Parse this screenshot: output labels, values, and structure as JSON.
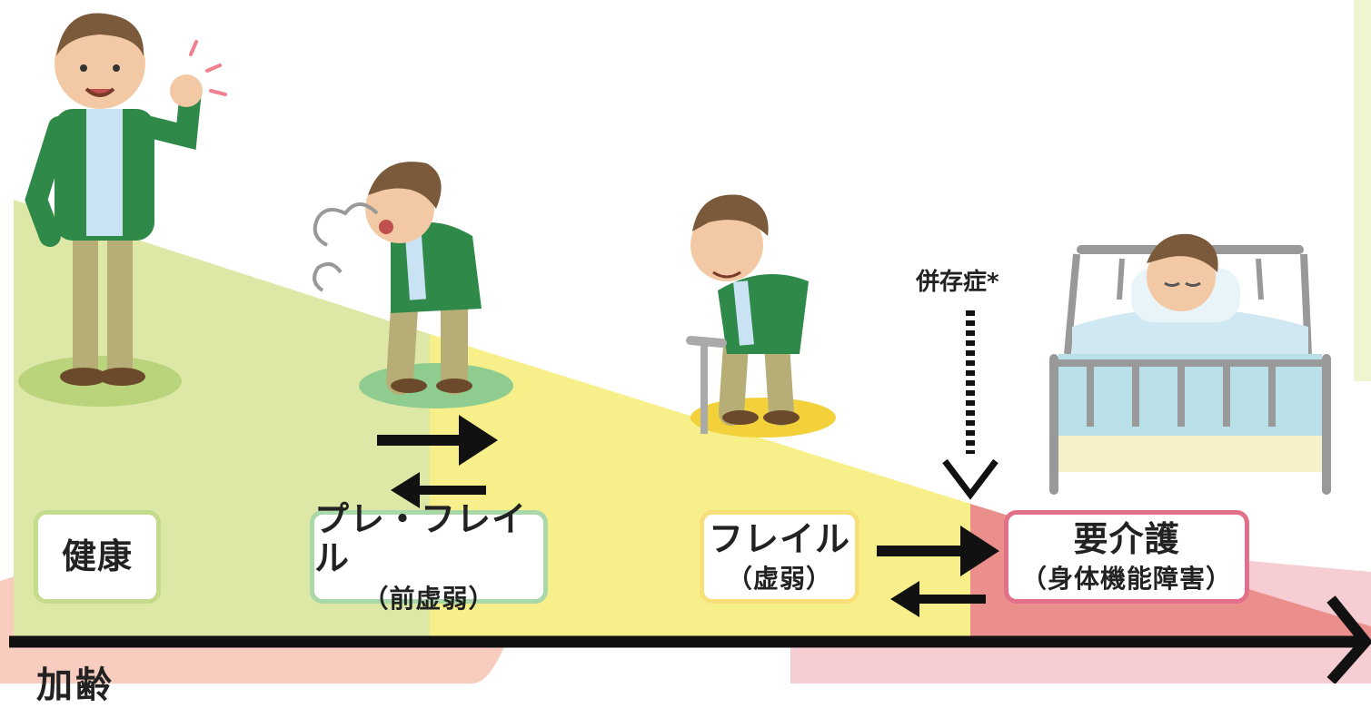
{
  "stages": [
    {
      "id": "healthy",
      "main": "健康",
      "sub": ""
    },
    {
      "id": "pre-frailty",
      "main": "プレ・フレイル",
      "sub": "（前虚弱）"
    },
    {
      "id": "frailty",
      "main": "フレイル",
      "sub": "（虚弱）"
    },
    {
      "id": "care",
      "main": "要介護",
      "sub": "（身体機能障害）"
    }
  ],
  "comorbidity_label": "併存症*",
  "aging_label": "加齢",
  "colors": {
    "healthy_zone": "#dde8a6",
    "pre_frailty_zone": "#f7f08a",
    "frailty_zone": "#f7f08a",
    "care_zone": "#ea8f8b",
    "care_light": "#f6cdd3",
    "healthy_border": "#c5dc8c",
    "pre_frailty_border": "#a9d8a9",
    "frailty_border": "#f7e07a",
    "care_border": "#e3708a",
    "jacket": "#2f8a4a",
    "pants": "#b6ad77"
  }
}
